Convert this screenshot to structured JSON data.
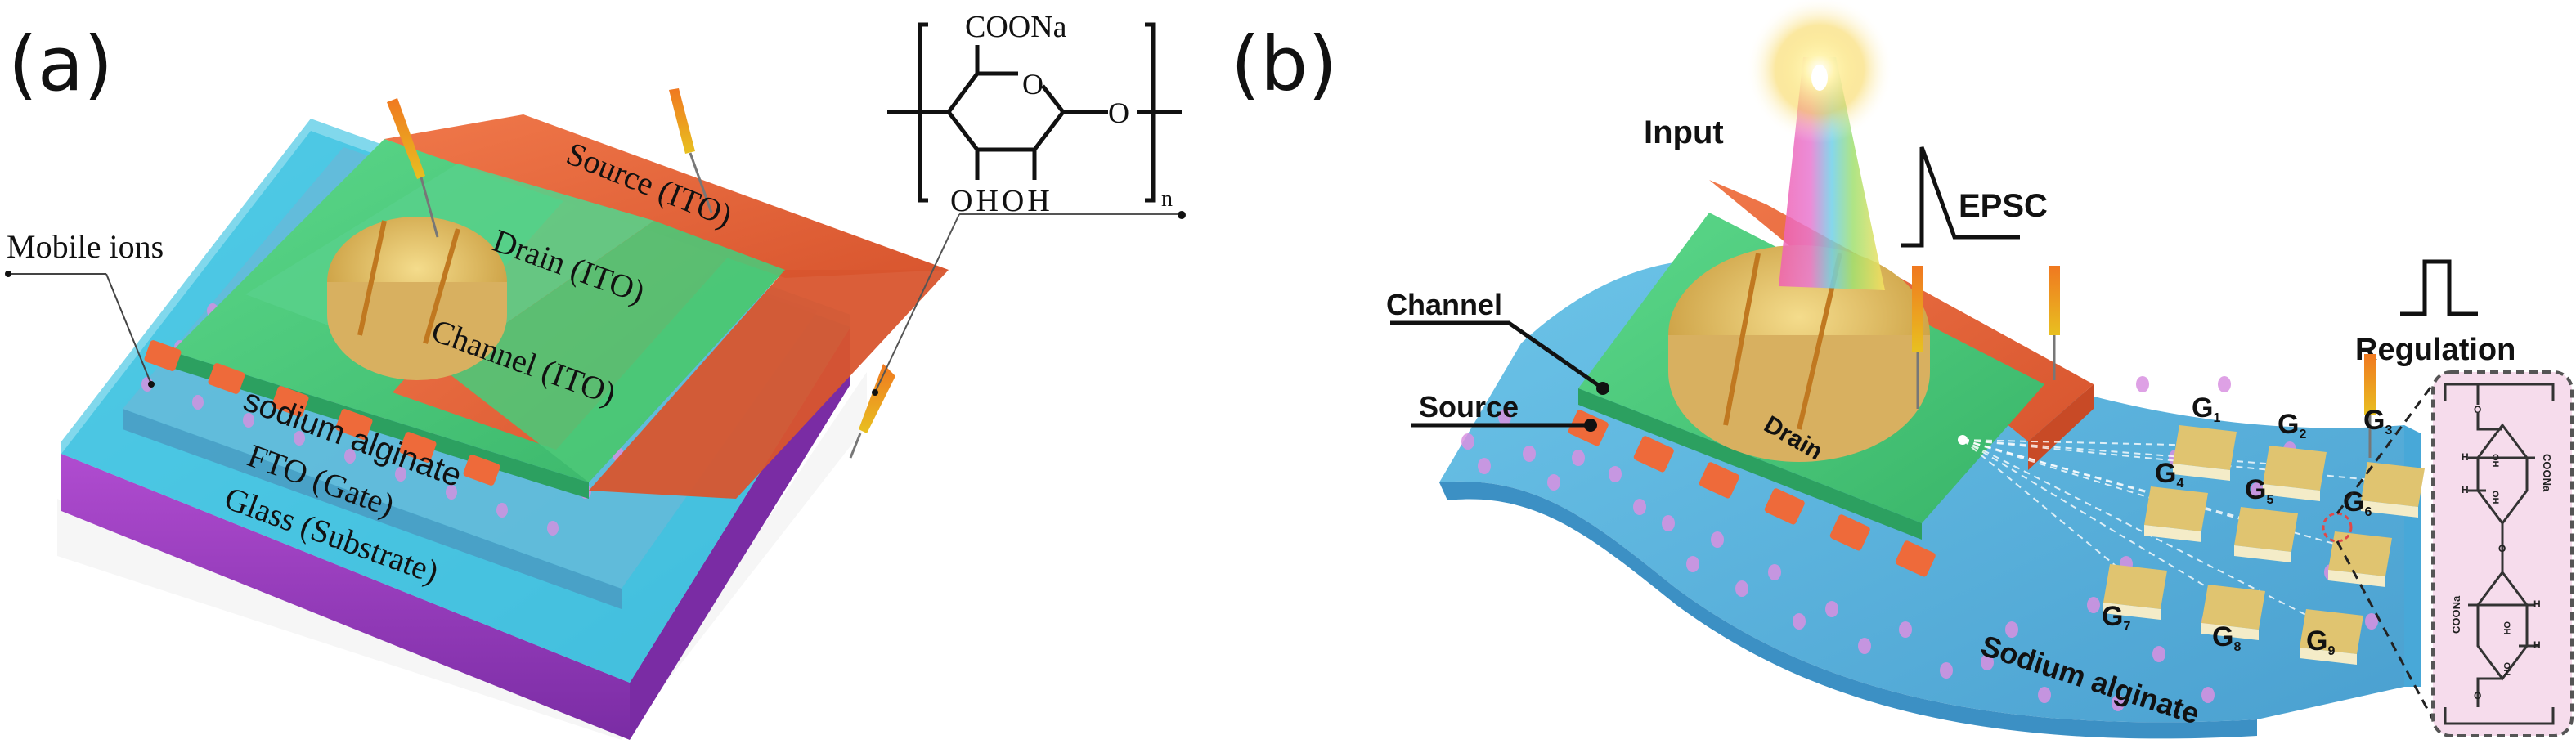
{
  "panel_a": {
    "label": "(a)",
    "layers": {
      "source": "Source (ITO)",
      "drain": "Drain (ITO)",
      "channel": "Channel (ITO)",
      "electrolyte": "sodium alginate",
      "gate": "FTO (Gate)",
      "substrate": "Glass (Substrate)"
    },
    "mobile_ions_label": "Mobile ions",
    "structure": {
      "top_group": "COONa",
      "ring_oxygen": "O",
      "link_oxygen": "O",
      "bottom_groups": "OHOH",
      "repeat": "n"
    }
  },
  "panel_b": {
    "label": "(b)",
    "input_label": "Input",
    "epsc_label": "EPSC",
    "regulation_label": "Regulation",
    "channel_label": "Channel",
    "source_label": "Source",
    "drain_label": "Drain",
    "substrate_label": "Sodium alginate",
    "gates": [
      "G1",
      "G2",
      "G3",
      "G4",
      "G5",
      "G6",
      "G7",
      "G8",
      "G9"
    ],
    "inset": {
      "group_a": "COONa",
      "group_b": "COONa",
      "hydroxyl": "OH",
      "hydrogen": "H",
      "oxygen": "O"
    }
  },
  "colors": {
    "source_orange": "#e8663e",
    "channel_green": "#4cc878",
    "gold": "#d8b85a",
    "alginate_blue": "#58b4dc",
    "gate_cyan": "#3cc0dc",
    "glass_purple": "#9a3cc0",
    "ion_pink": "#d890e0",
    "inset_pink": "#f6dcec"
  }
}
